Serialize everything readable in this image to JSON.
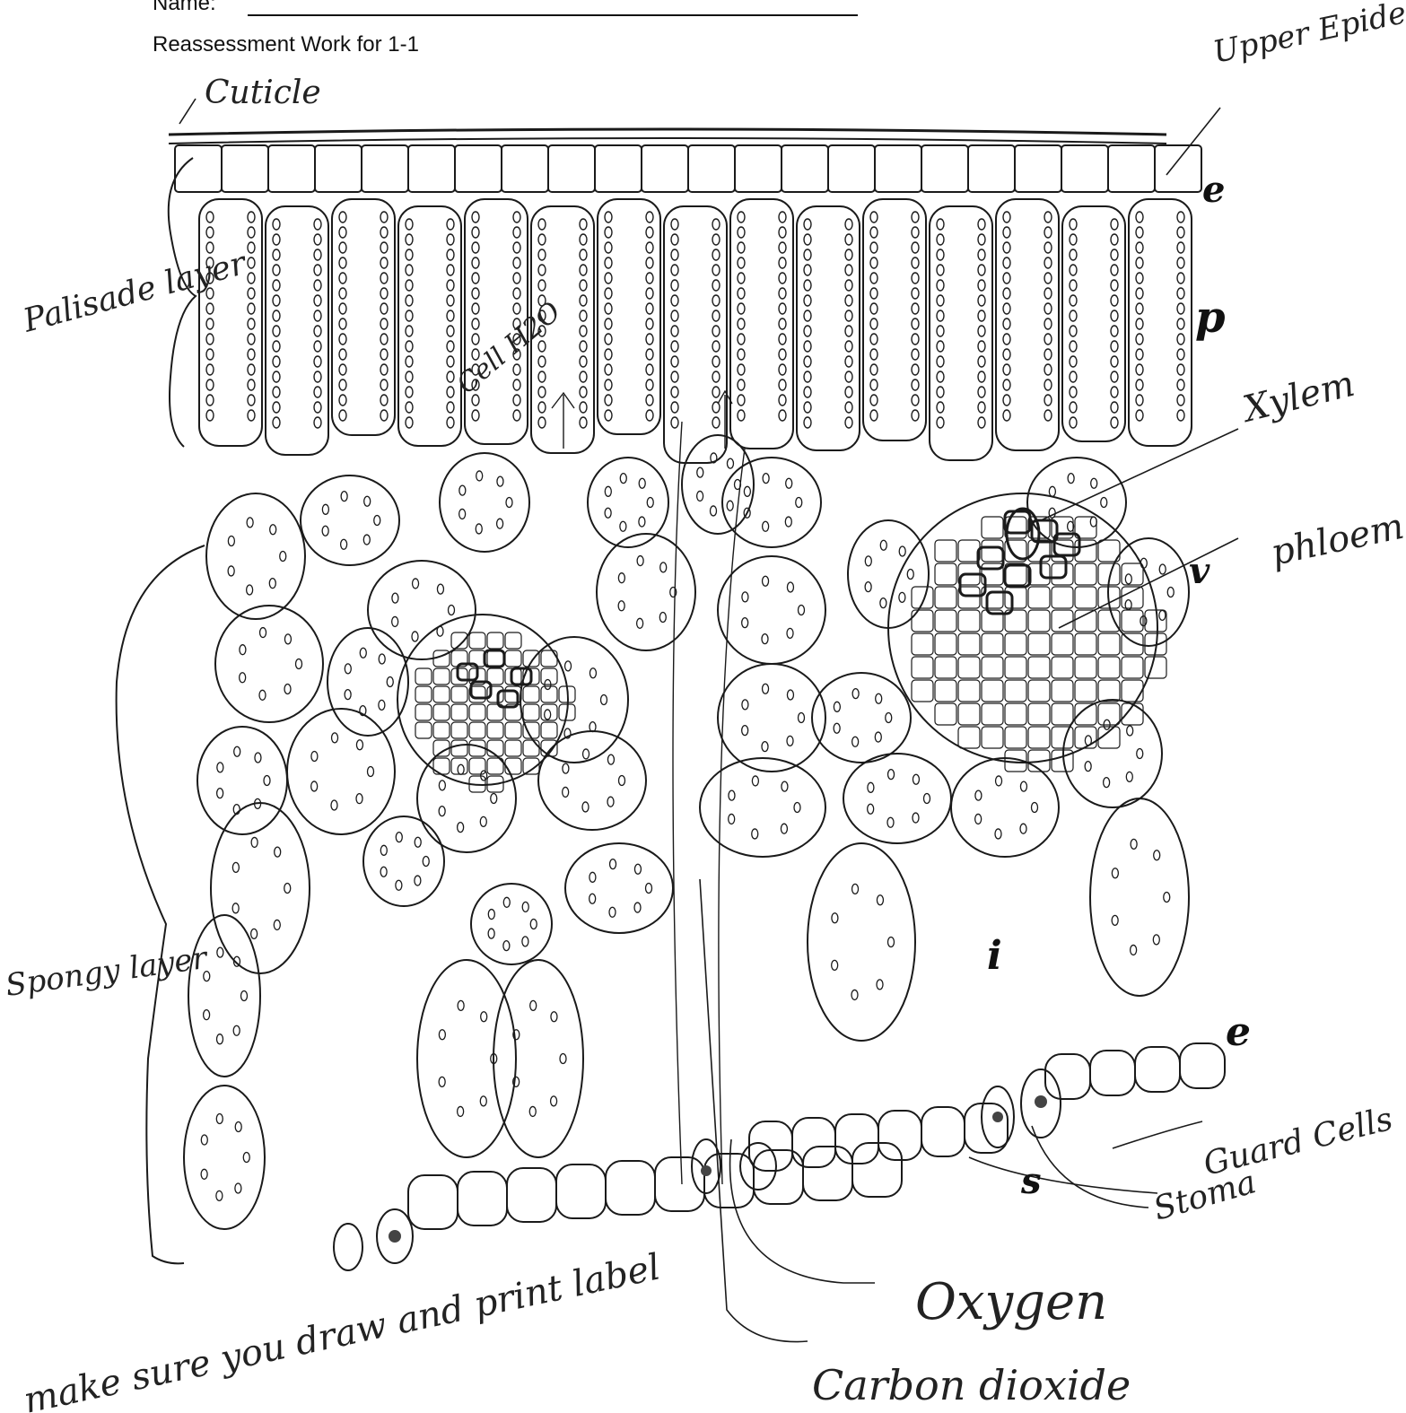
{
  "header": {
    "name_label": "Name:",
    "worksheet_title": "Reassessment Work for 1-1"
  },
  "handwritten_labels": {
    "cuticle": "Cuticle",
    "upper_epidermis": "Upper Epidermis",
    "palisade_layer": "Palisade layer",
    "xylem": "Xylem",
    "phloem": "phloem",
    "spongy_layer": "Spongy layer",
    "guard_cells": "Guard Cells",
    "stoma": "Stoma",
    "oxygen": "Oxygen",
    "carbon_dioxide": "Carbon dioxide",
    "note": "make sure you draw and print label",
    "h2o_note": "Cell H2O"
  },
  "printed_letters": {
    "e_upper": "e",
    "p": "p",
    "v": "v",
    "i": "i",
    "e_lower": "e",
    "s": "s"
  },
  "colors": {
    "ink": "#1a1a1a",
    "pencil": "#555555"
  }
}
